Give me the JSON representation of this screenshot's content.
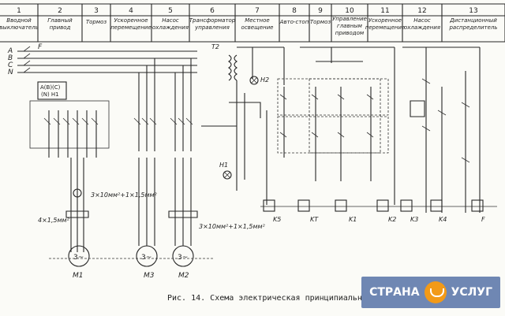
{
  "header": {
    "columns": [
      {
        "num": "1",
        "label": "Вводной выключатель"
      },
      {
        "num": "2",
        "label": "Главный привод"
      },
      {
        "num": "3",
        "label": "Тормоз"
      },
      {
        "num": "4",
        "label": "Ускоренное перемещение"
      },
      {
        "num": "5",
        "label": "Насос охлаждения"
      },
      {
        "num": "6",
        "label": "Трансформатор управления"
      },
      {
        "num": "7",
        "label": "Местное освещение"
      },
      {
        "num": "8",
        "label": "Авто-стоп"
      },
      {
        "num": "9",
        "label": "Тормоз"
      },
      {
        "num": "10",
        "label": "Управление главным приводом"
      },
      {
        "num": "11",
        "label": "Ускоренное перемещение"
      },
      {
        "num": "12",
        "label": "Насос охлаждения"
      },
      {
        "num": "13",
        "label": "Дистанционный распределитель"
      }
    ]
  },
  "labels": {
    "phases": [
      "A",
      "B",
      "C",
      "N"
    ],
    "switch": "F",
    "motors": [
      "M1",
      "M3",
      "M2"
    ],
    "coils": [
      "K5",
      "KT",
      "K1",
      "K2",
      "K3",
      "K4",
      "F"
    ],
    "wire_note_1": "3×10мм²+1×1,5мм²",
    "wire_note_2": "4×1,5мм²",
    "wire_note_3": "3×10мм²+1×1,5мм²",
    "transformer": "T2",
    "lamps": [
      "H2",
      "H1"
    ]
  },
  "caption": "Рис. 14. Схема электрическая принципиальная",
  "watermark": {
    "left": "СТРАНА",
    "right": "УСЛУГ"
  }
}
